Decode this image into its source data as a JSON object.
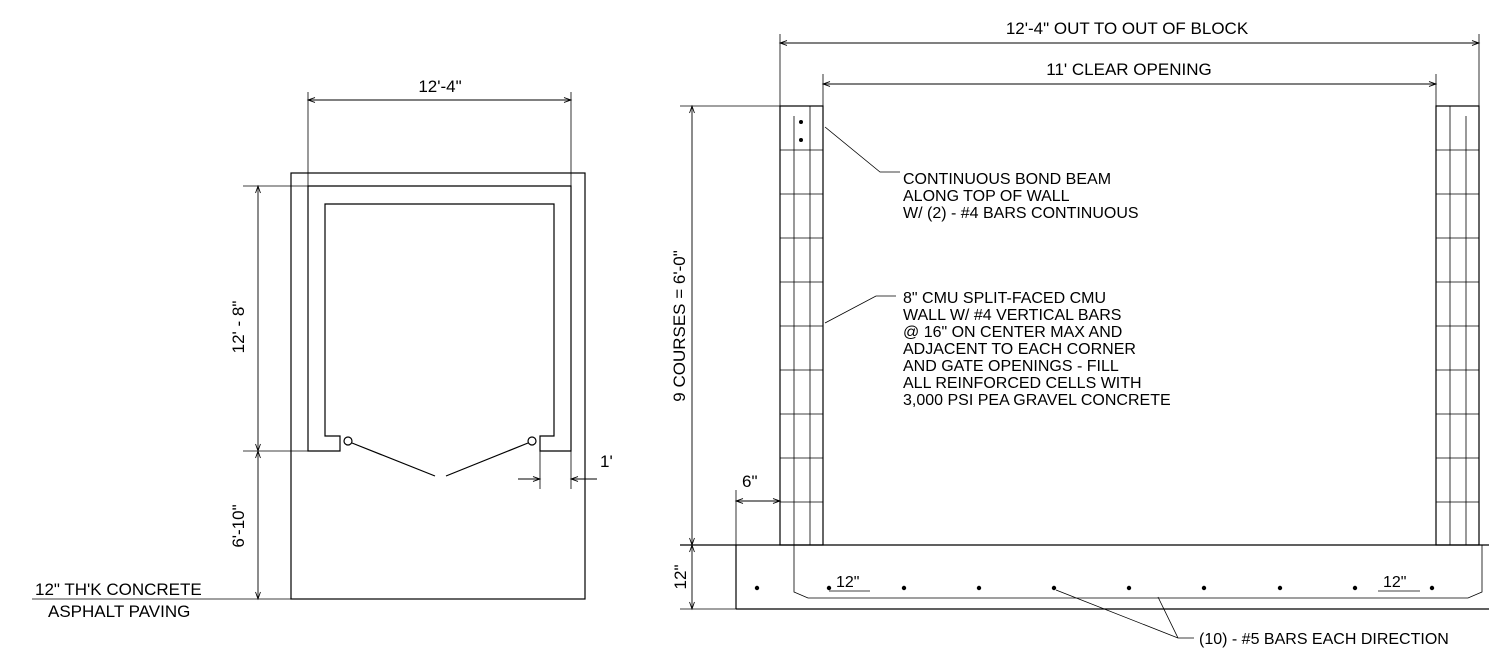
{
  "plan_view": {
    "width_dim": "12'-4\"",
    "depth_dim": "12' - 8\"",
    "apron_dim": "6'-10\"",
    "offset_dim": "1'",
    "paving_label_line1": "12\" TH'K CONCRETE",
    "paving_label_line2": "ASPHALT PAVING"
  },
  "elevation_view": {
    "overall_dim": "12'-4\" OUT TO OUT OF BLOCK",
    "clear_opening_dim": "11' CLEAR OPENING",
    "height_dim": "9 COURSES = 6'-0\"",
    "footing_offset_dim": "6\"",
    "footing_thickness_dim": "12\"",
    "bar_spacing_left": "12\"",
    "bar_spacing_right": "12\"",
    "bond_beam_note": [
      "CONTINUOUS BOND BEAM",
      "ALONG TOP OF WALL",
      "W/ (2) - #4 BARS CONTINUOUS"
    ],
    "cmu_wall_note": [
      "8\" CMU SPLIT-FACED CMU",
      "WALL W/ #4 VERTICAL  BARS",
      "@ 16\" ON CENTER MAX AND",
      "ADJACENT TO EACH CORNER",
      "AND GATE OPENINGS - FILL",
      "ALL REINFORCED CELLS WITH",
      "3,000 PSI PEA GRAVEL CONCRETE"
    ],
    "footing_bars_note": "(10) - #5 BARS EACH DIRECTION"
  }
}
